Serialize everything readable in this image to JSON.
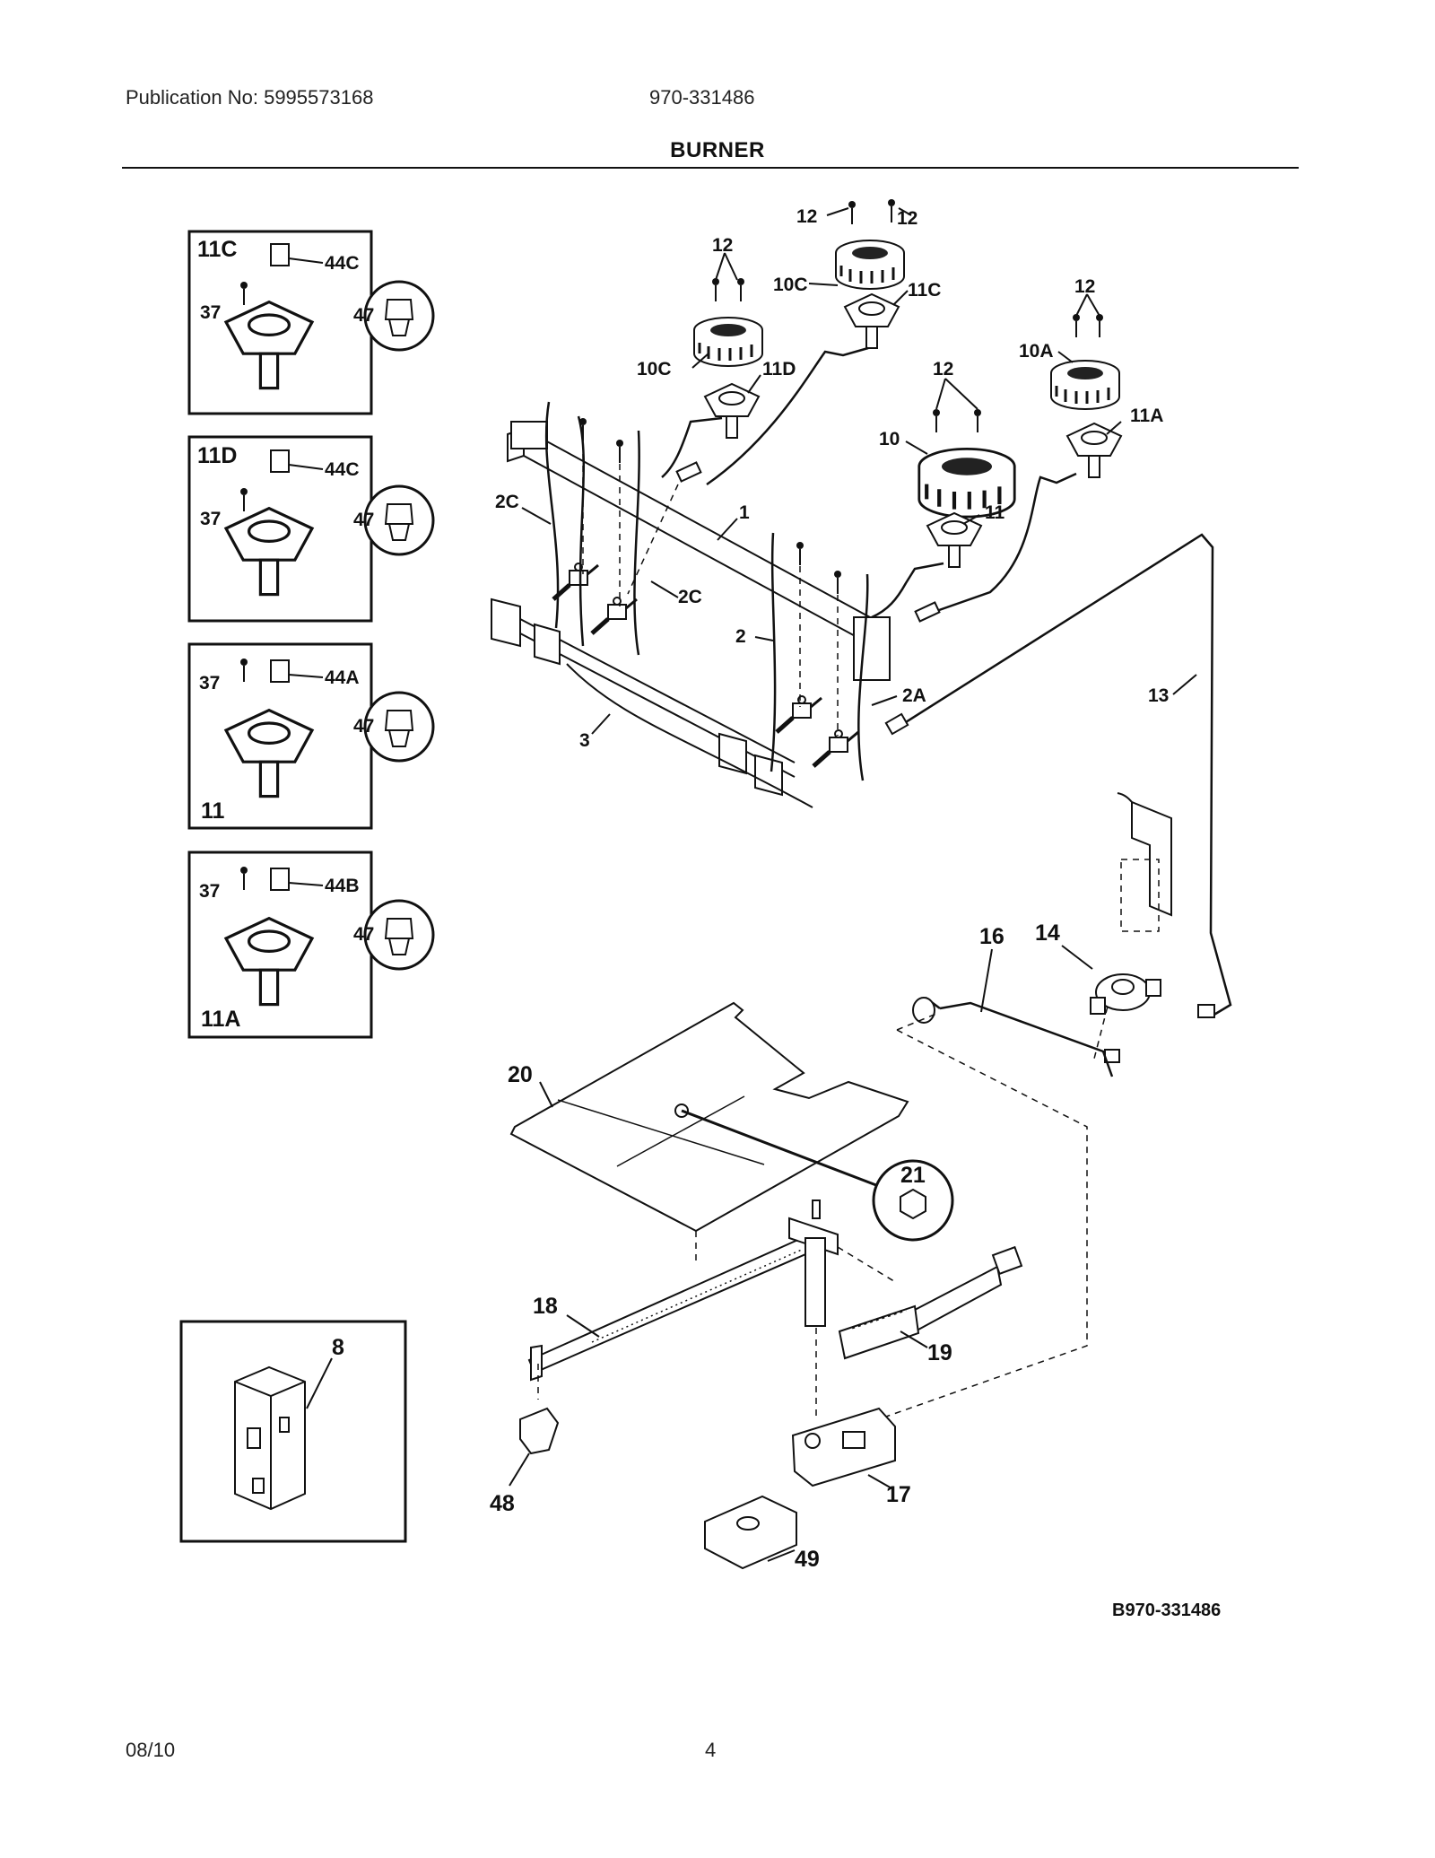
{
  "header": {
    "publication": "Publication No: 5995573168",
    "model": "970-331486"
  },
  "title": "BURNER",
  "insets": [
    {
      "label": "11C",
      "screw": "37",
      "cap": "44C",
      "orifice": "47"
    },
    {
      "label": "11D",
      "screw": "37",
      "cap": "44C",
      "orifice": "47"
    },
    {
      "label": "11",
      "screw": "37",
      "cap": "44A",
      "orifice": "47"
    },
    {
      "label": "11A",
      "screw": "37",
      "cap": "44B",
      "orifice": "47"
    }
  ],
  "inset_8": {
    "label": "8"
  },
  "callouts": {
    "c1": "1",
    "c2": "2",
    "c2a": "2A",
    "c2c_left": "2C",
    "c2c_right": "2C",
    "c3": "3",
    "c10": "10",
    "c10a": "10A",
    "c10c_top": "10C",
    "c10c_left": "10C",
    "c11": "11",
    "c11a": "11A",
    "c11c": "11C",
    "c11d": "11D",
    "c12_a": "12",
    "c12_b": "12",
    "c12_c": "12",
    "c12_d": "12",
    "c12_e": "12",
    "c13": "13",
    "c14": "14",
    "c16": "16",
    "c17": "17",
    "c18": "18",
    "c19": "19",
    "c20": "20",
    "c21": "21",
    "c48": "48",
    "c49": "49"
  },
  "diagram_code": "B970-331486",
  "footer": {
    "date": "08/10",
    "page": "4"
  }
}
